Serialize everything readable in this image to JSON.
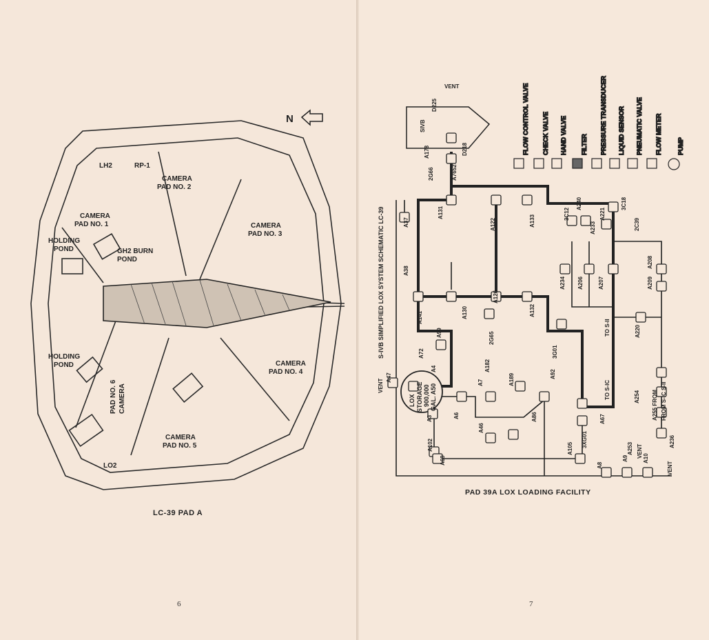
{
  "left_page": {
    "caption": "LC-39  PAD A",
    "page_number": "6",
    "north_label": "N",
    "labels": [
      "LH2",
      "RP-1",
      "CAMERA",
      "PAD NO. 2",
      "CAMERA",
      "PAD NO. 1",
      "CAMERA",
      "PAD NO. 3",
      "HOLDING",
      "POND",
      "GH2 BURN",
      "POND",
      "HOLDING",
      "POND",
      "CAMERA",
      "PAD NO. 4",
      "CAMERA",
      "PAD NO. 6",
      "CAMERA",
      "PAD NO. 5",
      "LO2"
    ]
  },
  "right_page": {
    "caption": "PAD 39A LOX LOADING FACILITY",
    "page_number": "7",
    "schematic_title": "S-IVB SIMPLIFIED LOX SYSTEM SCHEMATIC  LC-39",
    "legend": [
      "FLOW CONTROL VALVE",
      "CHECK VALVE",
      "HAND VALVE",
      "FILTER",
      "PRESSURE TRANSDUCER",
      "LIQUID SENSOR",
      "PNEUMATIC VALVE",
      "FLOW METER",
      "PUMP"
    ],
    "storage": [
      "LOX",
      "STORAGE",
      "900,000",
      "GAL.  A50"
    ],
    "components": [
      "VENT",
      "D225",
      "SIVB",
      "A178",
      "2G66",
      "A7652",
      "D218",
      "A37",
      "A38",
      "A141",
      "A99",
      "A72",
      "A4",
      "A47",
      "VENT",
      "A131",
      "A130",
      "A122",
      "A126",
      "A132",
      "A133",
      "2G65",
      "A182",
      "3G01",
      "A189",
      "A92",
      "A86",
      "A6",
      "A7",
      "A46",
      "A3",
      "A102",
      "A69",
      "A105",
      "3XG01",
      "A67",
      "A8",
      "A9",
      "A10",
      "VENT",
      "A234",
      "A206",
      "A207",
      "A240",
      "A233",
      "A221",
      "3C12",
      "3C18",
      "2C39",
      "A208",
      "A209",
      "A220",
      "TO S-II",
      "TO S-IC",
      "A254",
      "A255 FROM",
      "FROM S-IC S-II",
      "A236",
      "A253",
      "VENT"
    ]
  }
}
